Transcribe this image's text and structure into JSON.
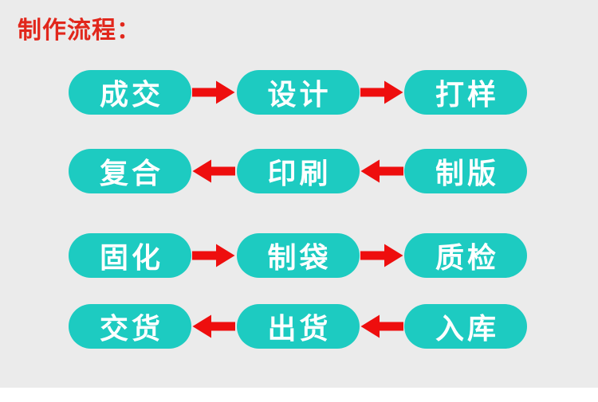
{
  "page": {
    "title": "制作流程：",
    "background_color": "#ebebeb",
    "title_color": "#e1271c",
    "bottom_strip_color": "#ffffff"
  },
  "flow": {
    "pill_color": "#1dcbc1",
    "pill_text_color": "#ffffff",
    "arrow_color": "#ee0e0e",
    "rows": [
      {
        "direction": "right",
        "steps": [
          "成交",
          "设计",
          "打样"
        ]
      },
      {
        "direction": "left",
        "steps": [
          "复合",
          "印刷",
          "制版"
        ]
      },
      {
        "direction": "right",
        "steps": [
          "固化",
          "制袋",
          "质检"
        ]
      },
      {
        "direction": "left",
        "steps": [
          "交货",
          "出货",
          "入库"
        ]
      }
    ]
  }
}
